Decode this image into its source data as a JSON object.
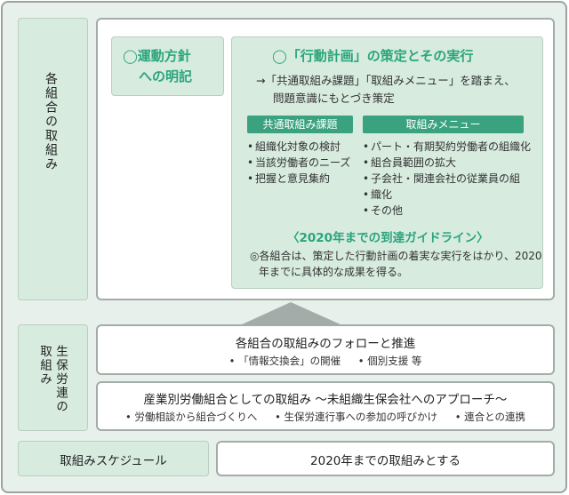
{
  "section1": {
    "label": "各組合の取組み",
    "box_a": {
      "line1": "◯運動方針",
      "line2": "への明記"
    },
    "box_b": {
      "title": "◯「行動計画」の策定とその実行",
      "desc_line1": "→「共通取組み課題」「取組みメニュー」を踏まえ、",
      "desc_line2": "問題意識にもとづき策定",
      "tag_common": "共通取組み課題",
      "tag_menu": "取組みメニュー",
      "common_items": [
        "組織化対象の検討",
        "当該労働者のニーズ",
        "把握と意見集約"
      ],
      "menu_items": [
        "パート・有期契約労働者の組織化",
        "組合員範囲の拡大",
        "子会社・関連会社の従業員の組",
        "織化",
        "その他"
      ],
      "guideline_title": "〈2020年までの到達ガイドライン〉",
      "guideline_line1": "◎各組合は、策定した行動計画の着実な実行をはかり、2020",
      "guideline_line2": "年までに具体的な成果を得る。"
    }
  },
  "section2": {
    "label_col1": "生保労連の",
    "label_col2": "取組み",
    "row1": {
      "title": "各組合の取組みのフォローと推進",
      "items": [
        "「情報交換会」の開催",
        "個別支援 等"
      ]
    },
    "row2": {
      "title": "産業別労働組合としての取組み ～未組織生保会社へのアプローチ～",
      "items": [
        "労働相談から組合づくりへ",
        "生保労連行事への参加の呼びかけ",
        "連合との連携"
      ]
    }
  },
  "schedule": {
    "label": "取組みスケジュール",
    "value": "2020年までの取組みとする"
  },
  "colors": {
    "accent": "#2aa57d",
    "tag": "#3aa27f",
    "panel": "#d7ebdf",
    "background": "#e7f0ea",
    "border": "#a3aca8"
  }
}
